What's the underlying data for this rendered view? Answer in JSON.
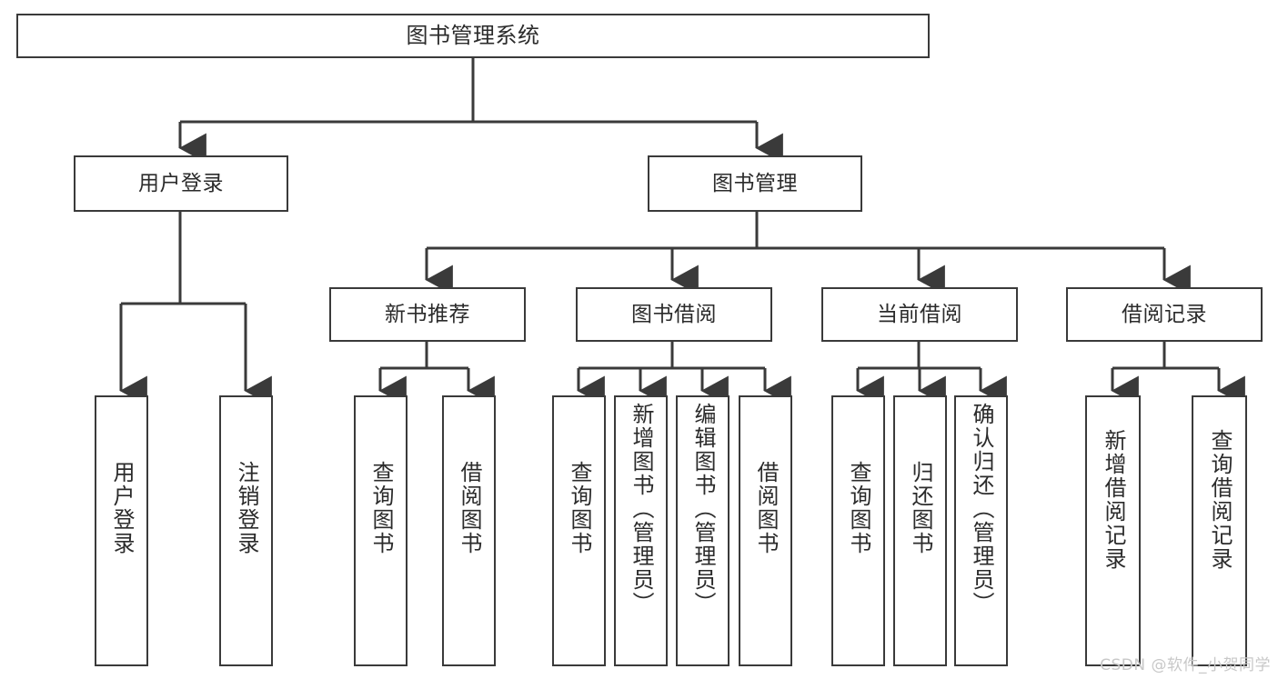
{
  "diagram": {
    "title": "图书管理系统",
    "type": "tree-hierarchy-diagram",
    "colors": {
      "stroke": "#3a3a3a",
      "fill": "#ffffff",
      "text": "#2b2b2b",
      "watermark": "#c8c8c8"
    },
    "nodes": {
      "root": {
        "label": "图书管理系统"
      },
      "level2": [
        {
          "label": "用户登录"
        },
        {
          "label": "图书管理"
        }
      ],
      "level3": [
        {
          "label": "新书推荐"
        },
        {
          "label": "图书借阅"
        },
        {
          "label": "当前借阅"
        },
        {
          "label": "借阅记录"
        }
      ],
      "leaves_user_login": [
        {
          "label": "用户登录"
        },
        {
          "label": "注销登录"
        }
      ],
      "leaves_new_book": [
        {
          "label": "查询图书"
        },
        {
          "label": "借阅图书"
        }
      ],
      "leaves_borrow": [
        {
          "label": "查询图书"
        },
        {
          "label": "新增图书（管理员）"
        },
        {
          "label": "编辑图书（管理员）"
        },
        {
          "label": "借阅图书"
        }
      ],
      "leaves_current": [
        {
          "label": "查询图书"
        },
        {
          "label": "归还图书"
        },
        {
          "label": "确认归还（管理员）"
        }
      ],
      "leaves_records": [
        {
          "label": "新增借阅记录"
        },
        {
          "label": "查询借阅记录"
        }
      ]
    },
    "watermark": "CSDN @软件_小贺同学"
  }
}
